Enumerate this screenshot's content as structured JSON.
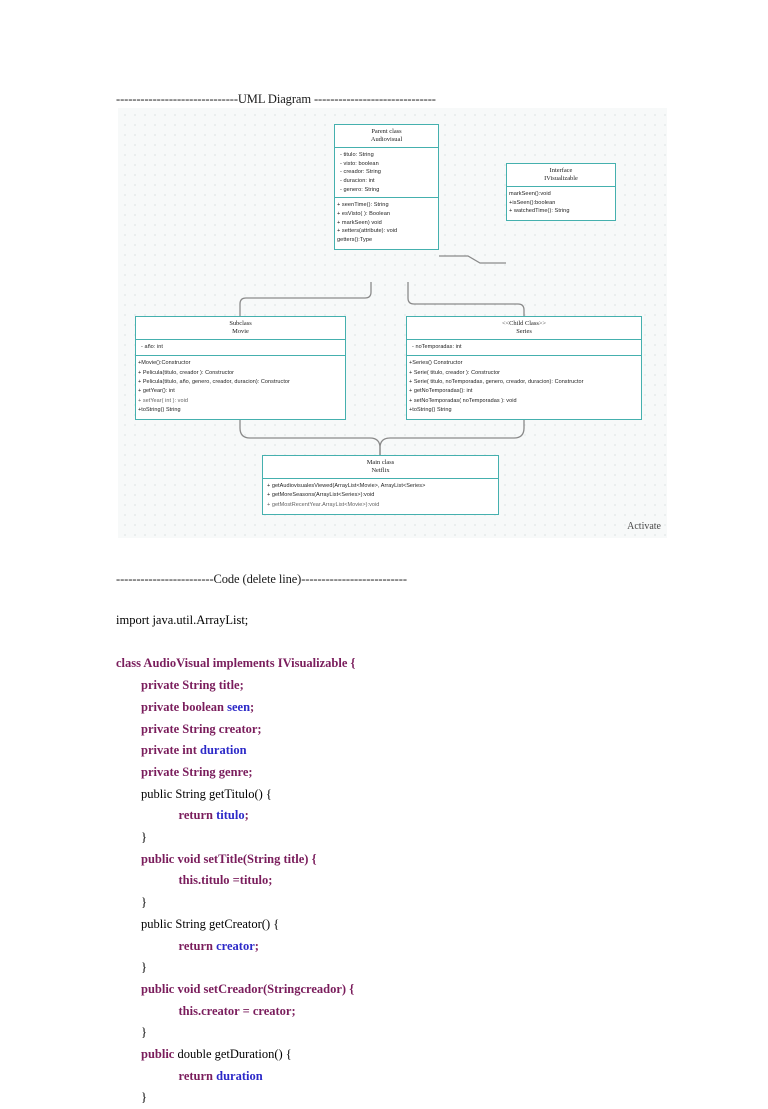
{
  "headings": {
    "uml": "------------------------------UML Diagram ------------------------------",
    "code": "------------------------Code (delete line)--------------------------"
  },
  "watermark": "Activate",
  "colors": {
    "box_border": "#45b0ae",
    "connector": "#8a8a8a",
    "diagram_background": "#f7f9f9",
    "code_keyword": "#7a1d5c",
    "code_identifier": "#2c29c8",
    "code_plain": "#000000"
  },
  "diagram": {
    "boxes": {
      "audiovisual": {
        "stereotype": "Parent class",
        "name": "Audiovisual",
        "attributes": [
          "-  titulo: String",
          "-  visto: boolean",
          "-  creador: String",
          "-  duracion: int",
          "-  genero:  String"
        ],
        "methods": [
          "+  seenTime():  String",
          "+ esVisto( ): Boolean",
          "+ markSeen) void",
          "+ setters(attribute): void",
          "getters():Type"
        ]
      },
      "interface": {
        "stereotype": "Interface",
        "name": "IVisualizable",
        "attributes": [],
        "methods": [
          "markSeen():void",
          "+isSeen():boolean",
          "+ watchedTime(): String"
        ]
      },
      "movie": {
        "stereotype": "Subclass",
        "name": "Movie",
        "attributes": [
          "-  año: int"
        ],
        "methods": [
          "+Movie():Constructor",
          "+ Pelicula(titulo, creador ): Constructor",
          "+ Pelicula(titulo, año, genero, creador, duracion): Constructor",
          "+ getYear(): int",
          "+ setYear( int ): void",
          "+toString() String"
        ]
      },
      "series": {
        "stereotype": "<<Child Class>>",
        "name": "Series",
        "attributes": [
          "-  noTemporadas:  int"
        ],
        "methods": [
          "+Series()  Constructor",
          "+ Serie( titulo, creador ): Constructor",
          "+ Serie( titulo, noTemporadas,  genero, creador, duracion): Constructor",
          "+ getNoTemporadas():  int",
          "+ setNoTemporadas( noTemporadas ): void",
          "+toString() String"
        ]
      },
      "netflix": {
        "stereotype": "Main class",
        "name": "Netflix",
        "attributes": [],
        "methods": [
          "+ getAudiovisualesViewed(ArrayList<Movie>, ArrayList<Series>",
          "+ getMoreSeasons(ArrayList<Series>):void",
          "+ getMostRecentYear.ArrayList<Movie>):void"
        ]
      }
    }
  },
  "code_lines": [
    [
      {
        "t": "import java.util.ArrayList;",
        "c": "black"
      }
    ],
    [
      {
        "t": "",
        "c": "black"
      }
    ],
    [
      {
        "t": "class AudioVisual implements IVisualizable {",
        "c": "maroon"
      }
    ],
    [
      {
        "t": "        private String title;",
        "c": "maroon"
      }
    ],
    [
      {
        "t": "        private boolean ",
        "c": "maroon"
      },
      {
        "t": "seen",
        "c": "blue"
      },
      {
        "t": ";",
        "c": "maroon"
      }
    ],
    [
      {
        "t": "        private String creator;",
        "c": "maroon"
      }
    ],
    [
      {
        "t": "        private int ",
        "c": "maroon"
      },
      {
        "t": "duration",
        "c": "blue"
      }
    ],
    [
      {
        "t": "        private String genre;",
        "c": "maroon"
      }
    ],
    [
      {
        "t": "        public String getTitulo() {",
        "c": "black"
      }
    ],
    [
      {
        "t": "                    return ",
        "c": "maroon"
      },
      {
        "t": "titulo",
        "c": "blue"
      },
      {
        "t": ";",
        "c": "maroon"
      }
    ],
    [
      {
        "t": "        }",
        "c": "black"
      }
    ],
    [
      {
        "t": "        public void setTitle(String title) {",
        "c": "maroon"
      }
    ],
    [
      {
        "t": "                    this.titulo =titulo;",
        "c": "maroon"
      }
    ],
    [
      {
        "t": "        }",
        "c": "black"
      }
    ],
    [
      {
        "t": "        public String getCreator() {",
        "c": "black"
      }
    ],
    [
      {
        "t": "                    return ",
        "c": "maroon"
      },
      {
        "t": "creator",
        "c": "blue"
      },
      {
        "t": ";",
        "c": "maroon"
      }
    ],
    [
      {
        "t": "        }",
        "c": "black"
      }
    ],
    [
      {
        "t": "        public void setCreador(Stringcreador) {",
        "c": "maroon"
      }
    ],
    [
      {
        "t": "                    this.creator = creator;",
        "c": "maroon"
      }
    ],
    [
      {
        "t": "        }",
        "c": "black"
      }
    ],
    [
      {
        "t": "        public ",
        "c": "maroon"
      },
      {
        "t": "double getDuration() {",
        "c": "black"
      }
    ],
    [
      {
        "t": "                    return ",
        "c": "maroon"
      },
      {
        "t": "duration",
        "c": "blue"
      }
    ],
    [
      {
        "t": "        }",
        "c": "black"
      }
    ]
  ]
}
